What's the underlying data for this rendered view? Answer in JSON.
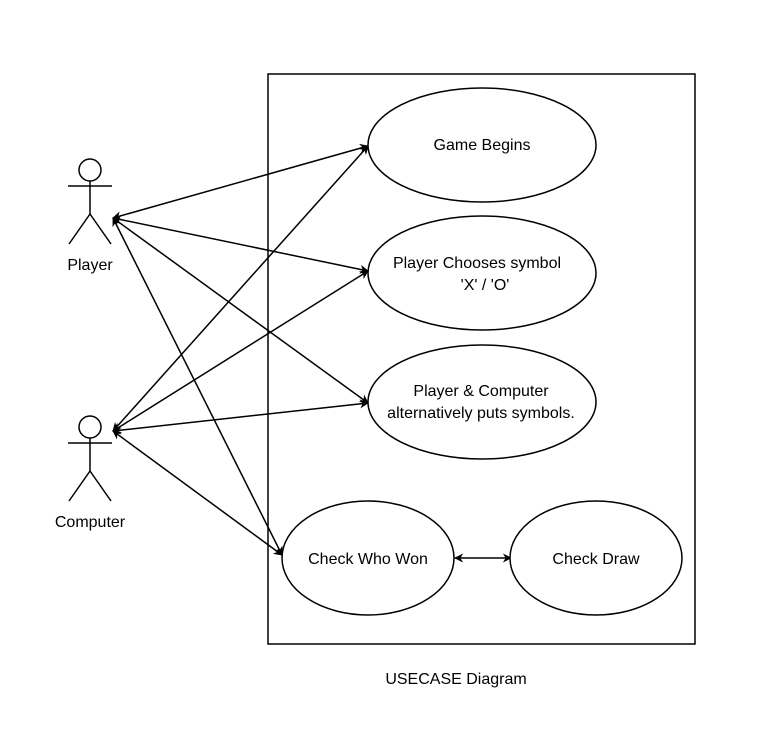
{
  "actors": [
    {
      "id": "player",
      "label": "Player"
    },
    {
      "id": "computer",
      "label": "Computer"
    }
  ],
  "use_cases": [
    {
      "id": "game_begins",
      "lines": [
        "Game Begins"
      ]
    },
    {
      "id": "choose_symbol",
      "lines": [
        "Player Chooses symbol",
        "'X' / 'O'"
      ]
    },
    {
      "id": "put_symbols",
      "lines": [
        "Player & Computer",
        "alternatively puts symbols."
      ]
    },
    {
      "id": "check_who_won",
      "lines": [
        "Check Who Won"
      ]
    },
    {
      "id": "check_draw",
      "lines": [
        "Check Draw"
      ]
    }
  ],
  "edges": [
    {
      "from": "player",
      "to": "game_begins",
      "arrows": "both"
    },
    {
      "from": "player",
      "to": "choose_symbol",
      "arrows": "both"
    },
    {
      "from": "player",
      "to": "put_symbols",
      "arrows": "both"
    },
    {
      "from": "player",
      "to": "check_who_won",
      "arrows": "both"
    },
    {
      "from": "computer",
      "to": "game_begins",
      "arrows": "both"
    },
    {
      "from": "computer",
      "to": "choose_symbol",
      "arrows": "both"
    },
    {
      "from": "computer",
      "to": "put_symbols",
      "arrows": "both"
    },
    {
      "from": "computer",
      "to": "check_who_won",
      "arrows": "both"
    },
    {
      "from": "check_who_won",
      "to": "check_draw",
      "arrows": "both"
    }
  ],
  "caption": "USECASE Diagram"
}
